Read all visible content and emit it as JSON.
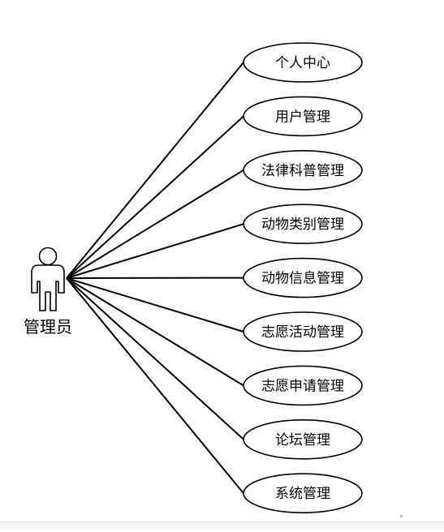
{
  "diagram": {
    "type": "use-case",
    "actor": {
      "label": "管理员",
      "icon": "stick-figure-icon"
    },
    "use_cases": [
      {
        "label": "个人中心"
      },
      {
        "label": "用户管理"
      },
      {
        "label": "法律科普管理"
      },
      {
        "label": "动物类别管理"
      },
      {
        "label": "动物信息管理"
      },
      {
        "label": "志愿活动管理"
      },
      {
        "label": "志愿申请管理"
      },
      {
        "label": "论坛管理"
      },
      {
        "label": "系统管理"
      }
    ],
    "colors": {
      "stroke": "#000000",
      "background": "#ffffff"
    }
  }
}
